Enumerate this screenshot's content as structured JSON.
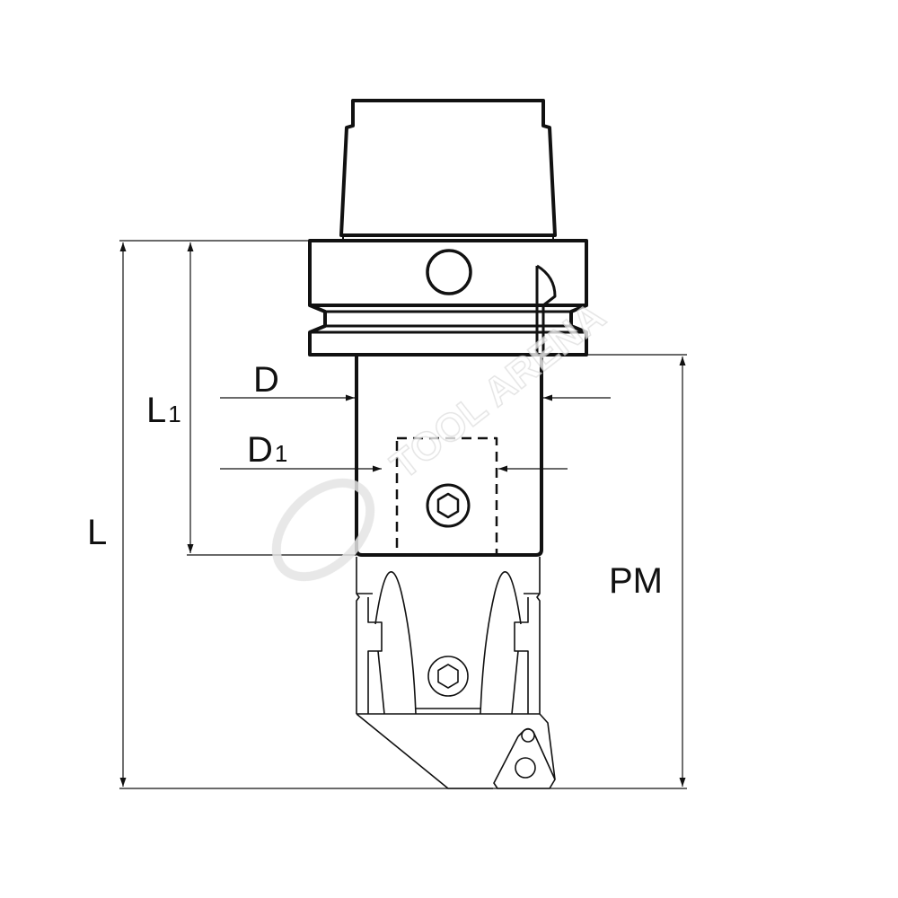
{
  "title": "HSK milling adapter with indexable insert – dimension drawing",
  "labels": {
    "L": "L",
    "L1_main": "L",
    "L1_sub": "1",
    "D": "D",
    "D1_main": "D",
    "D1_sub": "1",
    "PM": "PM"
  },
  "watermark": "TOOL ARENA",
  "colors": {
    "line": "#111111",
    "background": "#ffffff"
  }
}
